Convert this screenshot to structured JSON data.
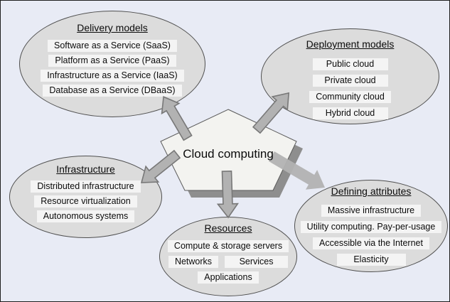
{
  "diagram": {
    "center_label": "Cloud computing",
    "groups": [
      {
        "title": "Delivery models",
        "items": [
          "Software as a Service (SaaS)",
          "Platform as a Service (PaaS)",
          "Infrastructure as a Service (IaaS)",
          "Database as a Service (DBaaS)"
        ]
      },
      {
        "title": "Deployment models",
        "items": [
          "Public cloud",
          "Private cloud",
          "Community cloud",
          "Hybrid cloud"
        ]
      },
      {
        "title": "Infrastructure",
        "items": [
          "Distributed infrastructure",
          "Resource virtualization",
          "Autonomous systems"
        ]
      },
      {
        "title": "Resources",
        "items": [
          "Compute & storage servers",
          "Networks",
          "Services",
          "Applications"
        ]
      },
      {
        "title": "Defining attributes",
        "items": [
          "Massive infrastructure",
          "Utility computing. Pay-per-usage",
          "Accessible via the Internet",
          "Elasticity"
        ]
      }
    ]
  },
  "colors": {
    "bg": "#e8ebf5",
    "frame": "#1f1f1f",
    "ellipse-fill": "#dcdcdc",
    "ellipse-border": "#4f4f4f",
    "box-fill": "#f4f4f4",
    "pentagon-fill": "#f3f3f0",
    "pentagon-border": "#5a5a5a",
    "pentagon-shadow": "#8e8e8e",
    "arrow-fill": "#b2b2b2",
    "arrow-border": "#787878",
    "ink": "#0b0b0b"
  }
}
